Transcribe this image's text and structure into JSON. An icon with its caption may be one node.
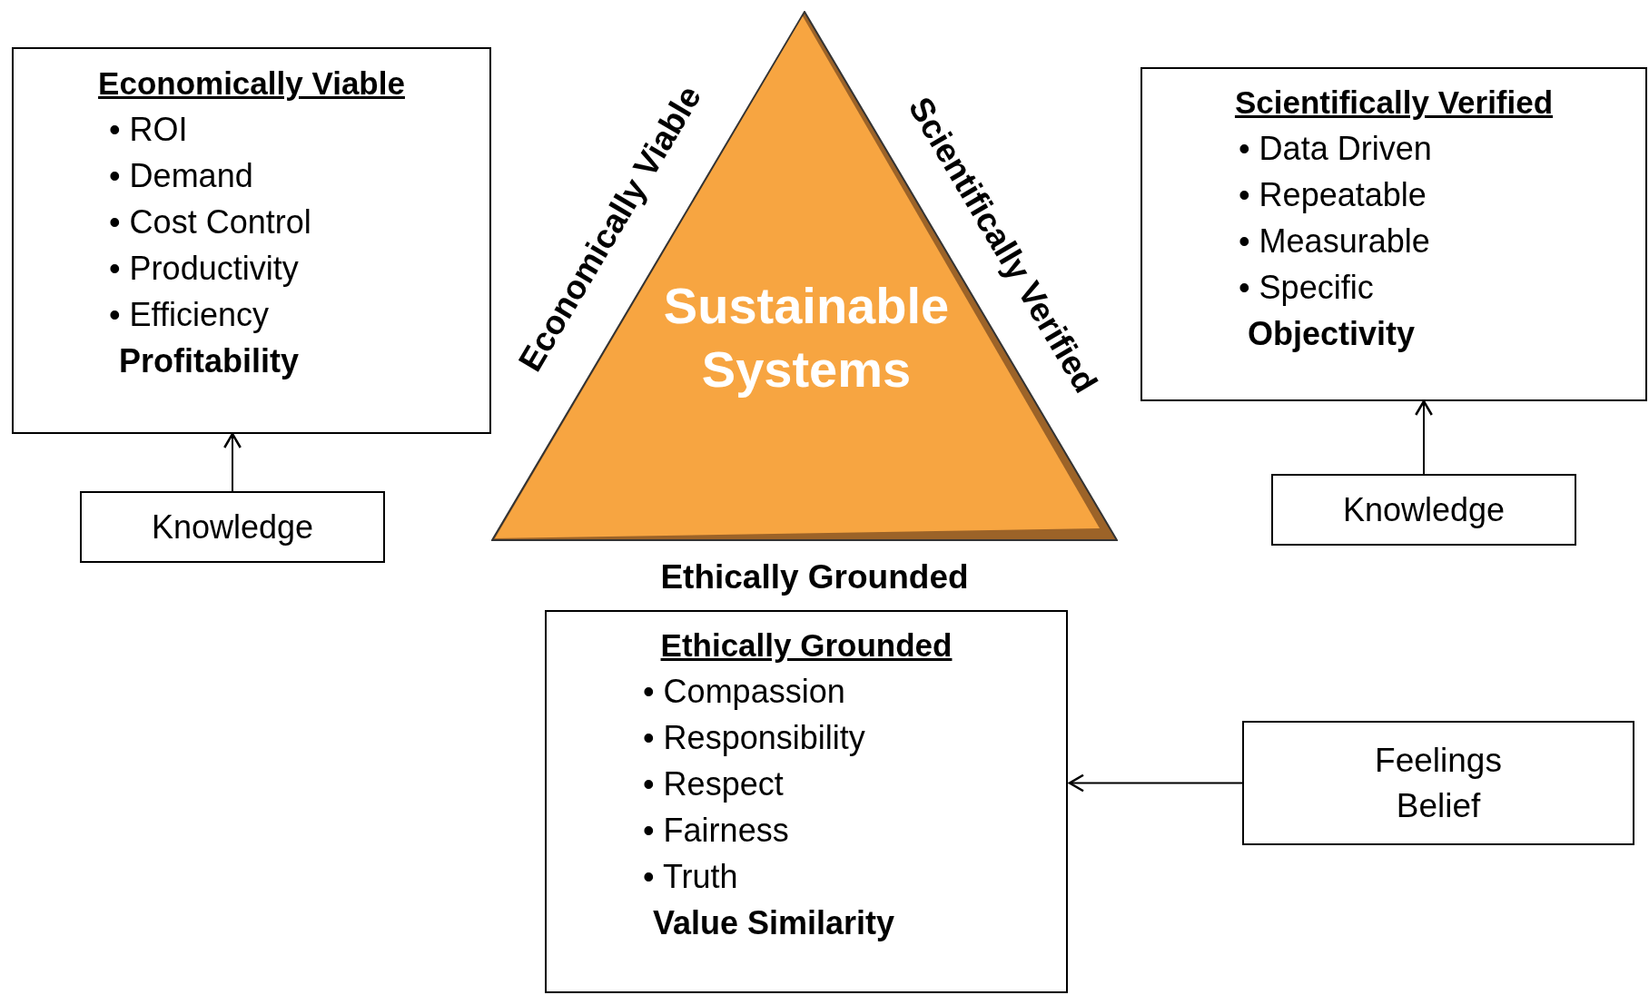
{
  "diagram": {
    "nodes": [
      {
        "text": [
          "Economically Viable",
          "• ROI",
          "• Demand",
          "• Cost Control",
          "• Productivity",
          "• Efficiency",
          "Profitability"
        ]
      },
      {
        "text": [
          "Knowledge"
        ]
      },
      {
        "text": [
          "Sustainable Systems"
        ],
        "beside": [
          "Economically Viable",
          "Scientifically Verified",
          "Ethically Grounded"
        ]
      },
      {
        "text": [
          "Scientifically Verified",
          "• Data Driven",
          "• Repeatable",
          "• Measurable",
          "• Specific",
          "Objectivity"
        ]
      },
      {
        "text": [
          "Knowledge"
        ]
      },
      {
        "text": [
          "Ethically Grounded",
          "• Compassion",
          "• Responsibility",
          "• Respect",
          "• Fairness",
          "• Truth",
          "Value Similarity"
        ]
      },
      {
        "text": [
          "Feelings",
          "Belief"
        ]
      }
    ],
    "edges": [
      {
        "from": 1,
        "to": 0,
        "arrow": "to"
      },
      {
        "from": 4,
        "to": 3,
        "arrow": "to"
      },
      {
        "from": 6,
        "to": 5,
        "arrow": "to"
      }
    ]
  }
}
